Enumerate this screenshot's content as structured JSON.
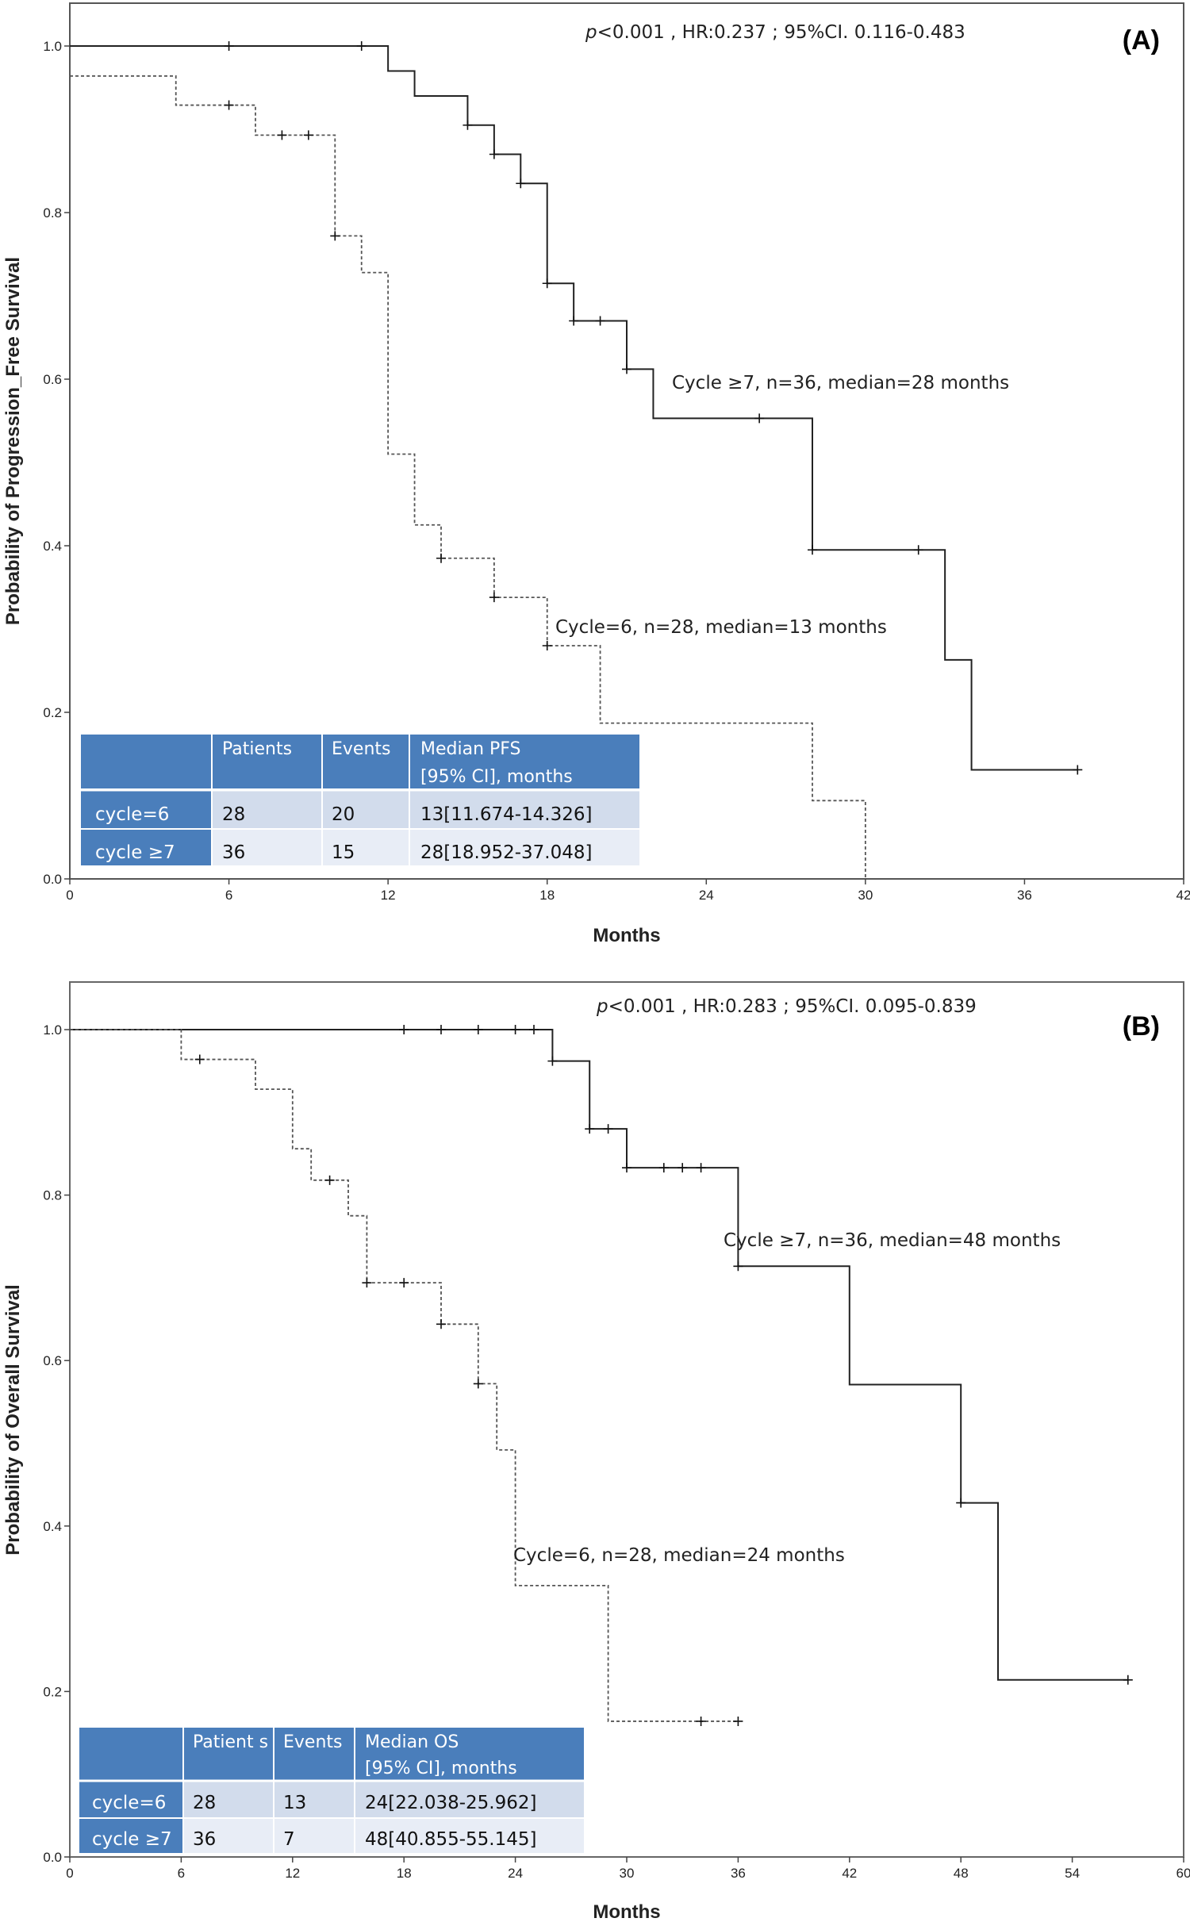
{
  "chart_data": [
    {
      "type": "line",
      "panel_label": "(A)",
      "ylabel": "Probability of Progression_Free Survival",
      "xlabel": "Months",
      "stats_prefix": "p",
      "stats_rest": "<0.001 , HR:0.237 ; 95%CI. 0.116-0.483",
      "xlim": [
        0,
        42
      ],
      "ylim": [
        0,
        1.0
      ],
      "xticks": [
        "0",
        "6",
        "12",
        "18",
        "24",
        "30",
        "36",
        "42"
      ],
      "yticks": [
        "0.0",
        "0.2",
        "0.4",
        "0.6",
        "0.8",
        "1.0"
      ],
      "grid": false,
      "series": [
        {
          "name": "Cycle ≥7, n=36, median=28 months",
          "style": "solid",
          "steps": [
            [
              0,
              1.0
            ],
            [
              12,
              0.97
            ],
            [
              13,
              0.94
            ],
            [
              15,
              0.905
            ],
            [
              16,
              0.87
            ],
            [
              17,
              0.835
            ],
            [
              18,
              0.715
            ],
            [
              19,
              0.67
            ],
            [
              21,
              0.612
            ],
            [
              22,
              0.553
            ],
            [
              28,
              0.395
            ],
            [
              33,
              0.263
            ],
            [
              34,
              0.131
            ],
            [
              38,
              0.131
            ]
          ],
          "censors": [
            [
              6,
              1.0
            ],
            [
              11,
              1.0
            ],
            [
              15,
              0.905
            ],
            [
              16,
              0.87
            ],
            [
              17,
              0.835
            ],
            [
              18,
              0.715
            ],
            [
              19,
              0.67
            ],
            [
              20,
              0.67
            ],
            [
              21,
              0.612
            ],
            [
              26,
              0.553
            ],
            [
              28,
              0.395
            ],
            [
              32,
              0.395
            ],
            [
              38,
              0.131
            ]
          ]
        },
        {
          "name": "Cycle=6, n=28, median=13 months",
          "style": "dashed",
          "steps": [
            [
              0,
              0.964
            ],
            [
              4,
              0.929
            ],
            [
              7,
              0.893
            ],
            [
              10,
              0.772
            ],
            [
              11,
              0.728
            ],
            [
              12,
              0.51
            ],
            [
              13,
              0.425
            ],
            [
              14,
              0.385
            ],
            [
              16,
              0.338
            ],
            [
              18,
              0.28
            ],
            [
              20,
              0.187
            ],
            [
              28,
              0.094
            ],
            [
              30,
              0.0
            ]
          ],
          "censors": [
            [
              6,
              0.929
            ],
            [
              8,
              0.893
            ],
            [
              9,
              0.893
            ],
            [
              10,
              0.772
            ],
            [
              14,
              0.385
            ],
            [
              16,
              0.338
            ],
            [
              18,
              0.28
            ]
          ]
        }
      ],
      "table": {
        "headers": [
          "",
          "Patients",
          "Events",
          "Median PFS",
          "[95% CI], months"
        ],
        "rows": [
          {
            "label": "cycle=6",
            "patients": "28",
            "events": "20",
            "median": "13[11.674-14.326]"
          },
          {
            "label": "cycle ≥7",
            "patients": "36",
            "events": "15",
            "median": "28[18.952-37.048]"
          }
        ]
      }
    },
    {
      "type": "line",
      "panel_label": "(B)",
      "ylabel": "Probability of Overall Survival",
      "xlabel": "Months",
      "stats_prefix": "p",
      "stats_rest": "<0.001 , HR:0.283 ; 95%CI. 0.095-0.839",
      "xlim": [
        0,
        60
      ],
      "ylim": [
        0,
        1.0
      ],
      "xticks": [
        "0",
        "6",
        "12",
        "18",
        "24",
        "30",
        "36",
        "42",
        "48",
        "54",
        "60"
      ],
      "yticks": [
        "0.0",
        "0.2",
        "0.4",
        "0.6",
        "0.8",
        "1.0"
      ],
      "grid": false,
      "series": [
        {
          "name": "Cycle ≥7, n=36, median=48 months",
          "style": "solid",
          "steps": [
            [
              0,
              1.0
            ],
            [
              26,
              0.962
            ],
            [
              28,
              0.88
            ],
            [
              30,
              0.833
            ],
            [
              36,
              0.714
            ],
            [
              42,
              0.571
            ],
            [
              48,
              0.428
            ],
            [
              50,
              0.214
            ],
            [
              57,
              0.214
            ]
          ],
          "censors": [
            [
              18,
              1.0
            ],
            [
              20,
              1.0
            ],
            [
              22,
              1.0
            ],
            [
              24,
              1.0
            ],
            [
              25,
              1.0
            ],
            [
              26,
              0.962
            ],
            [
              28,
              0.88
            ],
            [
              29,
              0.88
            ],
            [
              30,
              0.833
            ],
            [
              32,
              0.833
            ],
            [
              33,
              0.833
            ],
            [
              34,
              0.833
            ],
            [
              36,
              0.714
            ],
            [
              48,
              0.428
            ],
            [
              57,
              0.214
            ]
          ]
        },
        {
          "name": "Cycle=6, n=28, median=24 months",
          "style": "dashed",
          "steps": [
            [
              0,
              1.0
            ],
            [
              6,
              0.964
            ],
            [
              10,
              0.928
            ],
            [
              12,
              0.856
            ],
            [
              13,
              0.818
            ],
            [
              15,
              0.775
            ],
            [
              16,
              0.694
            ],
            [
              20,
              0.644
            ],
            [
              22,
              0.572
            ],
            [
              23,
              0.492
            ],
            [
              24,
              0.328
            ],
            [
              29,
              0.164
            ],
            [
              36,
              0.164
            ]
          ],
          "censors": [
            [
              7,
              0.964
            ],
            [
              14,
              0.818
            ],
            [
              16,
              0.694
            ],
            [
              18,
              0.694
            ],
            [
              20,
              0.644
            ],
            [
              22,
              0.572
            ],
            [
              34,
              0.164
            ],
            [
              36,
              0.164
            ]
          ]
        }
      ],
      "table": {
        "headers": [
          "",
          "Patient s",
          "Events",
          "Median OS",
          "[95% CI], months"
        ],
        "rows": [
          {
            "label": "cycle=6",
            "patients": "28",
            "events": "13",
            "median": "24[22.038-25.962]"
          },
          {
            "label": "cycle ≥7",
            "patients": "36",
            "events": "7",
            "median": "48[40.855-55.145]"
          }
        ]
      }
    }
  ]
}
